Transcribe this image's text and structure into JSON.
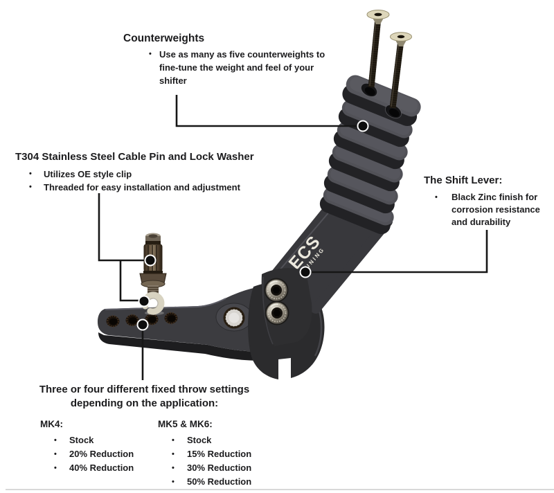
{
  "ui": {
    "bullet": "•"
  },
  "page": {
    "background": "#ffffff",
    "text_color": "#1b1b1d",
    "callout_line_color": "#161616",
    "footer_rule_color": "#d8d8d8"
  },
  "callouts": {
    "counterweights": {
      "title": "Counterweights",
      "items": [
        "Use as many as five counterweights to fine-tune the weight and feel of your shifter"
      ]
    },
    "cable_pin": {
      "title": "T304 Stainless Steel Cable Pin and Lock Washer",
      "items": [
        "Utilizes OE style clip",
        "Threaded for easy installation and adjustment"
      ]
    },
    "shift_lever": {
      "title": "The Shift Lever:",
      "items": [
        "Black Zinc finish for corrosion resistance and durability"
      ]
    },
    "throw_settings": {
      "title": "Three or four different fixed throw settings depending on the application:",
      "columns": [
        {
          "label": "MK4:",
          "items": [
            "Stock",
            "20% Reduction",
            "40% Reduction"
          ]
        },
        {
          "label": "MK5 & MK6:",
          "items": [
            "Stock",
            "15% Reduction",
            "30% Reduction",
            "50% Reduction"
          ]
        }
      ]
    }
  },
  "product": {
    "logo": {
      "line1": "ECS",
      "line2": "TUNING"
    },
    "colors": {
      "lever_body": "#38383c",
      "plate_top": "#515157",
      "plate_front": "#222225",
      "bolt_head": "#ddd6ba",
      "socket_bolt_metal": "#c9c4b6",
      "pin_metal": "#6b5a45",
      "lock_washer": "#d8d3c1"
    }
  }
}
